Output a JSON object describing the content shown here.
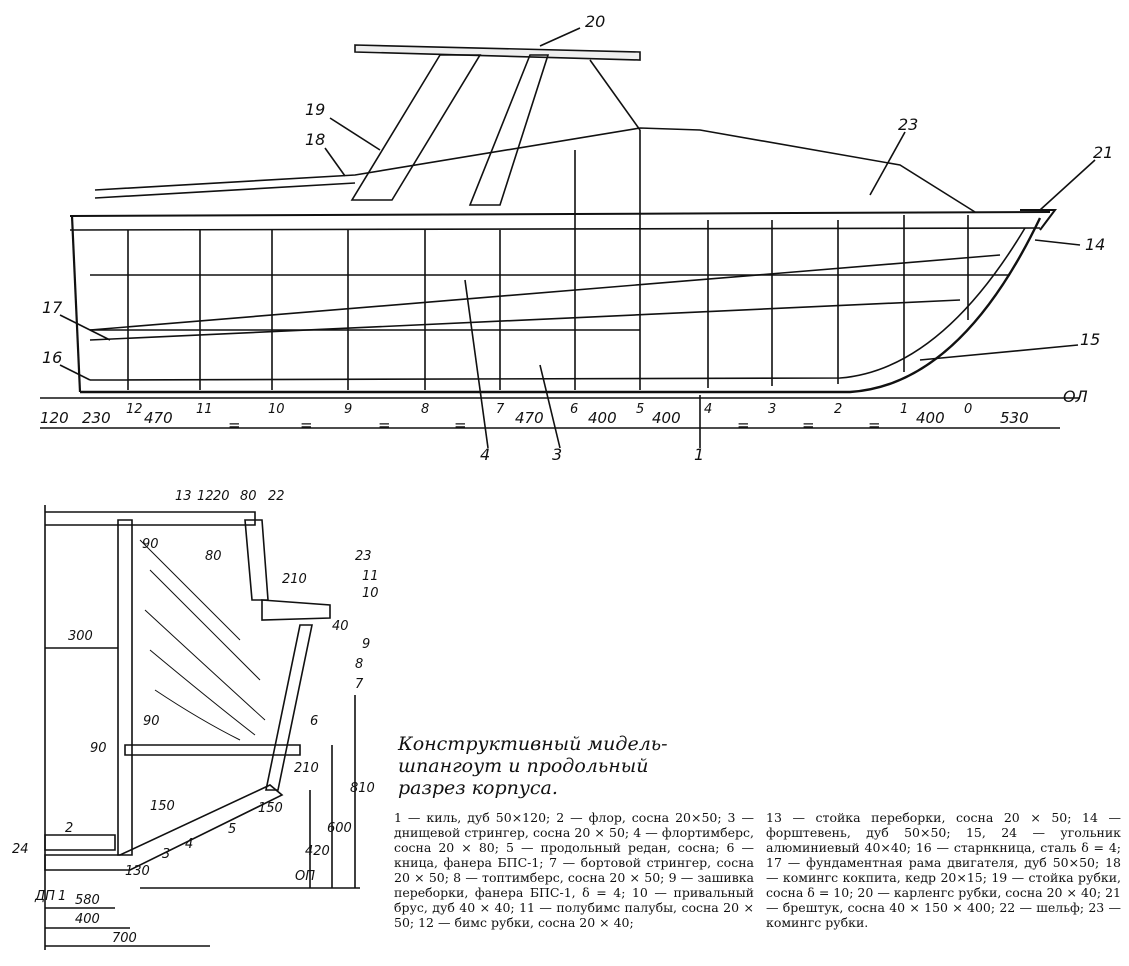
{
  "side_view": {
    "callouts": [
      "20",
      "19",
      "18",
      "23",
      "21",
      "14",
      "17",
      "16",
      "15",
      "4",
      "3",
      "1"
    ],
    "baseline_label": "ОЛ",
    "station_labels": [
      "12",
      "11",
      "10",
      "9",
      "8",
      "7",
      "6",
      "5",
      "4",
      "3",
      "2",
      "1",
      "0"
    ],
    "spacing_dims": [
      "120",
      "230",
      "470",
      "470",
      "400",
      "400",
      "400",
      "530"
    ],
    "equal_marks": "="
  },
  "section_view": {
    "callouts": [
      "13",
      "12",
      "20",
      "22",
      "23",
      "11",
      "10",
      "9",
      "8",
      "7",
      "6",
      "5",
      "4",
      "3",
      "2",
      "24",
      "1"
    ],
    "dims": [
      "80",
      "90",
      "80",
      "210",
      "40",
      "300",
      "90",
      "90",
      "210",
      "150",
      "810",
      "600",
      "420",
      "150",
      "130",
      "580",
      "400",
      "700"
    ],
    "baseline_label": "ОП",
    "centerline_label": "ДП"
  },
  "caption": {
    "line1": "Конструктивный мидель-",
    "line2": "шпангоут и продольный",
    "line3": "разрез корпуса."
  },
  "legend_left": "1 — киль, дуб 50×120; 2 — флор, сосна 20×50; 3 — днищевой стрингер, сосна 20 × 50; 4 — флортимберс, сосна 20 × 80; 5 — продольный редан, сосна; 6 — кница, фанера БПС-1; 7 — бортовой стрингер, сосна 20 × 50; 8 — топтимберс, сосна 20 × 50; 9 — зашивка переборки, фанера БПС-1, δ = 4; 10 — привальный брус, дуб 40 × 40; 11 — полубимс палубы, сосна 20 × 50; 12 — бимс рубки, сосна 20 × 40;",
  "legend_right": "13 — стойка переборки, сосна 20 × 50; 14 — форштевень, дуб 50×50; 15, 24 — угольник алюминиевый 40×40; 16 — старнкница, сталь δ = 4; 17 — фундаментная рама двигателя, дуб 50×50; 18 — комингс кокпита, кедр 20×15; 19 — стойка рубки, сосна δ = 10; 20 — карленгс рубки, сосна 20 × 40; 21 — брештук, сосна 40 × 150 × 400; 22 — шельф; 23 — комингс рубки."
}
